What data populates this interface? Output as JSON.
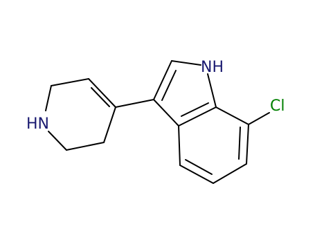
{
  "molecule": {
    "atoms": {
      "indole_nh": {
        "text": "NH",
        "color": "#191970"
      },
      "piperidine_nh": {
        "text": "HN",
        "color": "#191970"
      },
      "chlorine": {
        "text": "Cl",
        "color": "#008000"
      }
    },
    "bond_color": "#000000"
  }
}
